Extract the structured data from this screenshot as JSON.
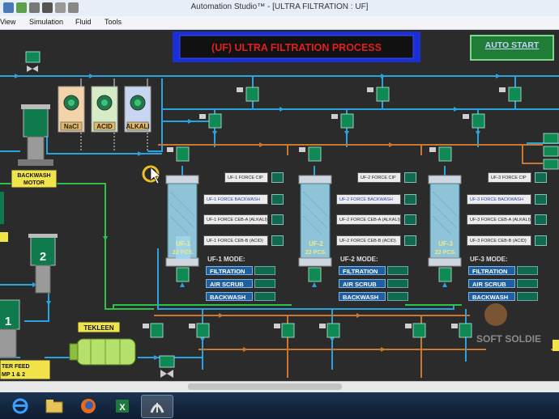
{
  "window": {
    "title": "Automation Studio™ - [ULTRA FILTRATION : UF]"
  },
  "menu": [
    "View",
    "Simulation",
    "Fluid",
    "Tools"
  ],
  "process": {
    "title": "(UF) ULTRA FILTRATION PROCESS",
    "auto_start": "AUTO START",
    "chemicals": [
      "NaCl",
      "ACID",
      "ALKALI"
    ],
    "backwash_motor": "BACKWASH\nMOTOR",
    "tekleen": "TEKLEEN",
    "feed_pump": "TER FEED\nMP 1 & 2",
    "pump_numbers": [
      "2",
      "1"
    ],
    "units": [
      {
        "name": "UF-1",
        "count": "22 PCS.",
        "mode_label": "UF-1 MODE:",
        "force": [
          "UF-1 FORCE CIP",
          "UF-1 FORCE BACKWASH",
          "UF-1 FORCE CEB-A (ALKALI)",
          "UF-1 FORCE CEB-B (ACID)"
        ],
        "modes": [
          "FILTRATION",
          "AIR SCRUB",
          "BACKWASH"
        ]
      },
      {
        "name": "UF-2",
        "count": "22 PCS.",
        "mode_label": "UF-2 MODE:",
        "force": [
          "UF-2 FORCE CIP",
          "UF-2 FORCE BACKWASH",
          "UF-2 FORCE CEB-A (ALKALI)",
          "UF-2 FORCE CEB-B (ACID)"
        ],
        "modes": [
          "FILTRATION",
          "AIR SCRUB",
          "BACKWASH"
        ]
      },
      {
        "name": "UF-3",
        "count": "22 PCS.",
        "mode_label": "UF-3 MODE:",
        "force": [
          "UF-3 FORCE CIP",
          "UF-3 FORCE BACKWASH",
          "UF-3 FORCE CEB-A (ALKALI)",
          "UF-3 FORCE CEB-B (ACID)"
        ],
        "modes": [
          "FILTRATION",
          "AIR SCRUB",
          "BACKWASH"
        ]
      }
    ]
  },
  "watermark": "SOFT SOLDIE",
  "taskbar_icons": [
    "ie-icon",
    "folder-icon",
    "firefox-icon",
    "excel-icon",
    "automation-studio-icon"
  ],
  "colors": {
    "water": "#29a3e0",
    "chem": "#c8782f",
    "air": "#2ec24a",
    "valve": "#0f8a55",
    "title_text": "#e0201e"
  }
}
